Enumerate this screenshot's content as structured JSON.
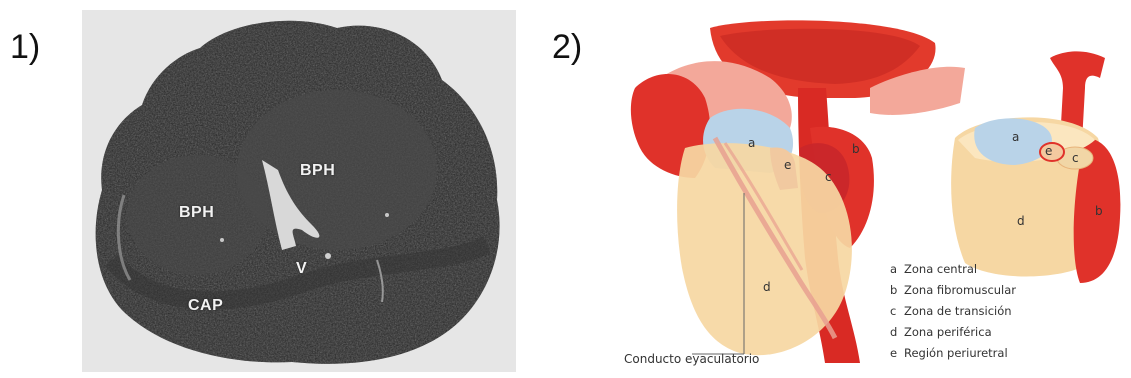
{
  "panels": {
    "panel1_label": "1)",
    "panel2_label": "2)"
  },
  "histology": {
    "labels": {
      "bph_right": "BPH",
      "bph_left": "BPH",
      "v": "V",
      "cap": "CAP"
    }
  },
  "anatomy": {
    "left_diagram_letters": {
      "a": "a",
      "b": "b",
      "c": "c",
      "d": "d",
      "e": "e"
    },
    "right_diagram_letters": {
      "a": "a",
      "b": "b",
      "c": "c",
      "d": "d",
      "e": "e"
    },
    "legend": [
      {
        "letter": "a",
        "text": "Zona central"
      },
      {
        "letter": "b",
        "text": "Zona fibromuscular"
      },
      {
        "letter": "c",
        "text": "Zona de transición"
      },
      {
        "letter": "d",
        "text": "Zona periférica"
      },
      {
        "letter": "e",
        "text": "Región periuretral"
      }
    ],
    "duct_label": "Conducto eyaculatorio",
    "colors": {
      "central_zone": "#b9d3e8",
      "peripheral_zone": "#f6d7a3",
      "fibromuscular": "#e0322a",
      "transition": "#e8b37a",
      "vessels": "#d92a24"
    }
  }
}
